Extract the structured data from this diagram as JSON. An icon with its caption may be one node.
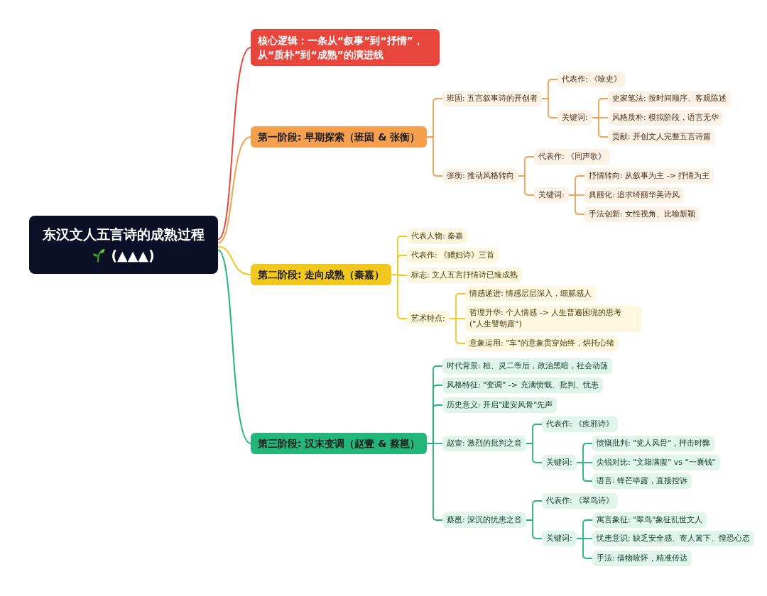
{
  "diagram": {
    "nodes": [
      {
        "text": [
          "东汉文人五言诗的成熟过程",
          "(▲▲▲)"
        ]
      },
      {
        "text": [
          "核心逻辑：一条从“叙事”到“抒情”，从“质朴”到“成熟”的演进线"
        ]
      },
      {
        "text": [
          "第一阶段: 早期探索（班固 & 张衡）"
        ]
      },
      {
        "text": [
          "班固: 五言叙事诗的开创者"
        ]
      },
      {
        "text": [
          "代表作: 《咏史》"
        ]
      },
      {
        "text": [
          "关键词:"
        ]
      },
      {
        "text": [
          "史家笔法: 按时间顺序、客观陈述"
        ]
      },
      {
        "text": [
          "风格质朴: 模拟阶段，语言无华"
        ]
      },
      {
        "text": [
          "贡献: 开创文人完整五言诗篇"
        ]
      },
      {
        "text": [
          "张衡: 推动风格转向"
        ]
      },
      {
        "text": [
          "代表作: 《同声歌》"
        ]
      },
      {
        "text": [
          "关键词:"
        ]
      },
      {
        "text": [
          "抒情转向: 从叙事为主 -> 抒情为主"
        ]
      },
      {
        "text": [
          "典丽化: 追求绮丽华美诗风"
        ]
      },
      {
        "text": [
          "手法创新: 女性视角、比喻新颖"
        ]
      },
      {
        "text": [
          "第二阶段: 走向成熟（秦嘉）"
        ]
      },
      {
        "text": [
          "代表人物: 秦嘉"
        ]
      },
      {
        "text": [
          "代表作: 《赠妇诗》三首"
        ]
      },
      {
        "text": [
          "标志: 文人五言抒情诗已臻成熟"
        ]
      },
      {
        "text": [
          "艺术特点:"
        ]
      },
      {
        "text": [
          "情感递进: 情感层层深入，细腻感人"
        ]
      },
      {
        "text": [
          "哲理升华: 个人情感 -> 人生普遍困境的思考 (\"人生譬朝露\")"
        ]
      },
      {
        "text": [
          "意象运用: \"车\"的意象贯穿始终，烘托心绪"
        ]
      },
      {
        "text": [
          "第三阶段: 汉末变调（赵壹 & 蔡邕）"
        ]
      },
      {
        "text": [
          "时代背景: 桓、灵二帝后，政治黑暗，社会动荡"
        ]
      },
      {
        "text": [
          "风格特征: \"变调\" -> 充满愤慨、批判、忧患"
        ]
      },
      {
        "text": [
          "历史意义: 开启\"建安风骨\"先声"
        ]
      },
      {
        "text": [
          "赵壹: 激烈的批判之音"
        ]
      },
      {
        "text": [
          "代表作: 《疾邪诗》"
        ]
      },
      {
        "text": [
          "关键词:"
        ]
      },
      {
        "text": [
          "愤慨批判: \"党人风骨\"，抨击时弊"
        ]
      },
      {
        "text": [
          "尖锐对比: \"文籍满腹\" vs \"一囊钱\""
        ]
      },
      {
        "text": [
          "语言: 锋芒毕露，直接控诉"
        ]
      },
      {
        "text": [
          "蔡邕: 深沉的忧患之音"
        ]
      },
      {
        "text": [
          "代表作: 《翠鸟诗》"
        ]
      },
      {
        "text": [
          "关键词:"
        ]
      },
      {
        "text": [
          "寓言象征: \"翠鸟\"象征乱世文人"
        ]
      },
      {
        "text": [
          "忧患意识: 缺乏安全感、寄人篱下、惶恐心态"
        ]
      },
      {
        "text": [
          "手法: 借物咏怀，精准传达"
        ]
      }
    ],
    "edges": [
      {
        "from": 0,
        "to": 1,
        "arrow": "none",
        "color": "#e8453c"
      },
      {
        "from": 0,
        "to": 2,
        "arrow": "none",
        "color": "#f4a04f"
      },
      {
        "from": 2,
        "to": 3,
        "arrow": "none",
        "color": "#f4a04f"
      },
      {
        "from": 3,
        "to": 4,
        "arrow": "none",
        "color": "#f4a04f"
      },
      {
        "from": 3,
        "to": 5,
        "arrow": "none",
        "color": "#f4a04f"
      },
      {
        "from": 5,
        "to": 6,
        "arrow": "none",
        "color": "#f4a04f"
      },
      {
        "from": 5,
        "to": 7,
        "arrow": "none",
        "color": "#f4a04f"
      },
      {
        "from": 5,
        "to": 8,
        "arrow": "none",
        "color": "#f4a04f"
      },
      {
        "from": 2,
        "to": 9,
        "arrow": "none",
        "color": "#f4a04f"
      },
      {
        "from": 9,
        "to": 10,
        "arrow": "none",
        "color": "#f4a04f"
      },
      {
        "from": 9,
        "to": 11,
        "arrow": "none",
        "color": "#f4a04f"
      },
      {
        "from": 11,
        "to": 12,
        "arrow": "none",
        "color": "#f4a04f"
      },
      {
        "from": 11,
        "to": 13,
        "arrow": "none",
        "color": "#f4a04f"
      },
      {
        "from": 11,
        "to": 14,
        "arrow": "none",
        "color": "#f4a04f"
      },
      {
        "from": 0,
        "to": 15,
        "arrow": "none",
        "color": "#f2c81f"
      },
      {
        "from": 15,
        "to": 16,
        "arrow": "none",
        "color": "#f2c81f"
      },
      {
        "from": 15,
        "to": 17,
        "arrow": "none",
        "color": "#f2c81f"
      },
      {
        "from": 15,
        "to": 18,
        "arrow": "none",
        "color": "#f2c81f"
      },
      {
        "from": 15,
        "to": 19,
        "arrow": "none",
        "color": "#f2c81f"
      },
      {
        "from": 19,
        "to": 20,
        "arrow": "none",
        "color": "#f2c81f"
      },
      {
        "from": 19,
        "to": 21,
        "arrow": "none",
        "color": "#f2c81f"
      },
      {
        "from": 19,
        "to": 22,
        "arrow": "none",
        "color": "#f2c81f"
      },
      {
        "from": 0,
        "to": 23,
        "arrow": "none"
      },
      {
        "from": 23,
        "to": 24,
        "arrow": "none"
      },
      {
        "from": 23,
        "to": 25,
        "arrow": "none"
      },
      {
        "from": 23,
        "to": 26,
        "arrow": "none"
      },
      {
        "from": 23,
        "to": 27,
        "arrow": "none"
      },
      {
        "from": 27,
        "to": 28,
        "arrow": "none"
      },
      {
        "from": 27,
        "to": 29,
        "arrow": "none"
      },
      {
        "from": 29,
        "to": 30,
        "arrow": "none"
      },
      {
        "from": 29,
        "to": 31,
        "arrow": "none"
      },
      {
        "from": 29,
        "to": 32,
        "arrow": "none"
      },
      {
        "from": 23,
        "to": 33,
        "arrow": "none"
      },
      {
        "from": 33,
        "to": 34,
        "arrow": "none"
      },
      {
        "from": 33,
        "to": 35,
        "arrow": "none"
      },
      {
        "from": 35,
        "to": 36,
        "arrow": "none"
      },
      {
        "from": 35,
        "to": 37,
        "arrow": "none"
      },
      {
        "from": 35,
        "to": 38,
        "arrow": "none"
      }
    ]
  }
}
